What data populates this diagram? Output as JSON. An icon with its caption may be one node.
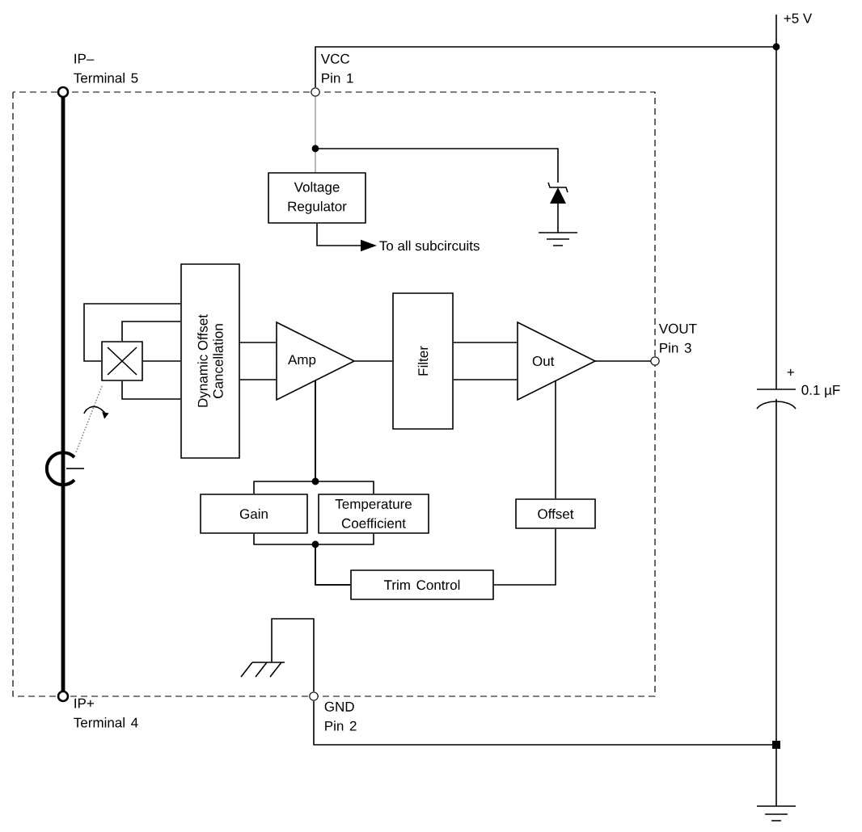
{
  "diagram": {
    "nodes": [
      {
        "text": [
          "Voltage Regulator"
        ]
      },
      {
        "text": [
          "Dynamic Offset Cancellation"
        ]
      },
      {
        "text": [
          "Amp"
        ]
      },
      {
        "text": [
          "Filter"
        ]
      },
      {
        "text": [
          "Out"
        ]
      },
      {
        "text": [
          "Gain"
        ]
      },
      {
        "text": [
          "Temperature Coefficient"
        ]
      },
      {
        "text": [
          "Offset"
        ]
      },
      {
        "text": [
          "Trim Control"
        ]
      },
      {
        "text": [],
        "shape": "box"
      },
      {
        "text": [
          "To all subcircuits"
        ]
      }
    ],
    "edges": [
      {
        "from": 9,
        "to": 1,
        "arrow": "none"
      },
      {
        "from": 9,
        "to": 1,
        "arrow": "none"
      },
      {
        "from": 9,
        "to": 1,
        "arrow": "none"
      },
      {
        "from": 9,
        "to": 1,
        "arrow": "none"
      },
      {
        "from": 1,
        "to": 2,
        "arrow": "none"
      },
      {
        "from": 1,
        "to": 2,
        "arrow": "none"
      },
      {
        "from": 2,
        "to": 3,
        "arrow": "none"
      },
      {
        "from": 3,
        "to": 4,
        "arrow": "none"
      },
      {
        "from": 3,
        "to": 4,
        "arrow": "none"
      },
      {
        "from": 2,
        "to": 5,
        "arrow": "none"
      },
      {
        "from": 2,
        "to": 6,
        "arrow": "none"
      },
      {
        "from": 5,
        "to": 8,
        "arrow": "none"
      },
      {
        "from": 6,
        "to": 8,
        "arrow": "none"
      },
      {
        "from": 8,
        "to": 7,
        "arrow": "none"
      },
      {
        "from": 7,
        "to": 4,
        "arrow": "none"
      },
      {
        "from": 0,
        "to": 10,
        "arrow": "to"
      }
    ],
    "labels": [
      "+5 V",
      "IP– Terminal 5",
      "VCC Pin 1",
      "VOUT Pin 3",
      "+",
      "0.1 µF",
      "IP+ Terminal 4",
      "GND Pin 2"
    ]
  }
}
